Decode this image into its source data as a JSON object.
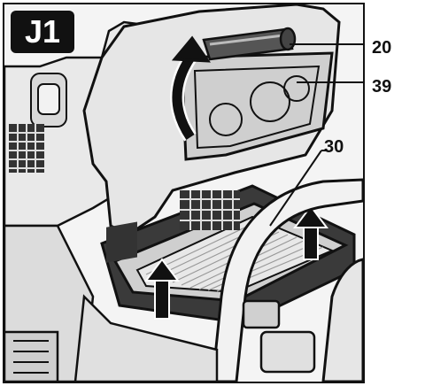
{
  "figure": {
    "badge_label": "J1",
    "callouts": [
      {
        "label": "20"
      },
      {
        "label": "39"
      },
      {
        "label": "30"
      }
    ]
  }
}
